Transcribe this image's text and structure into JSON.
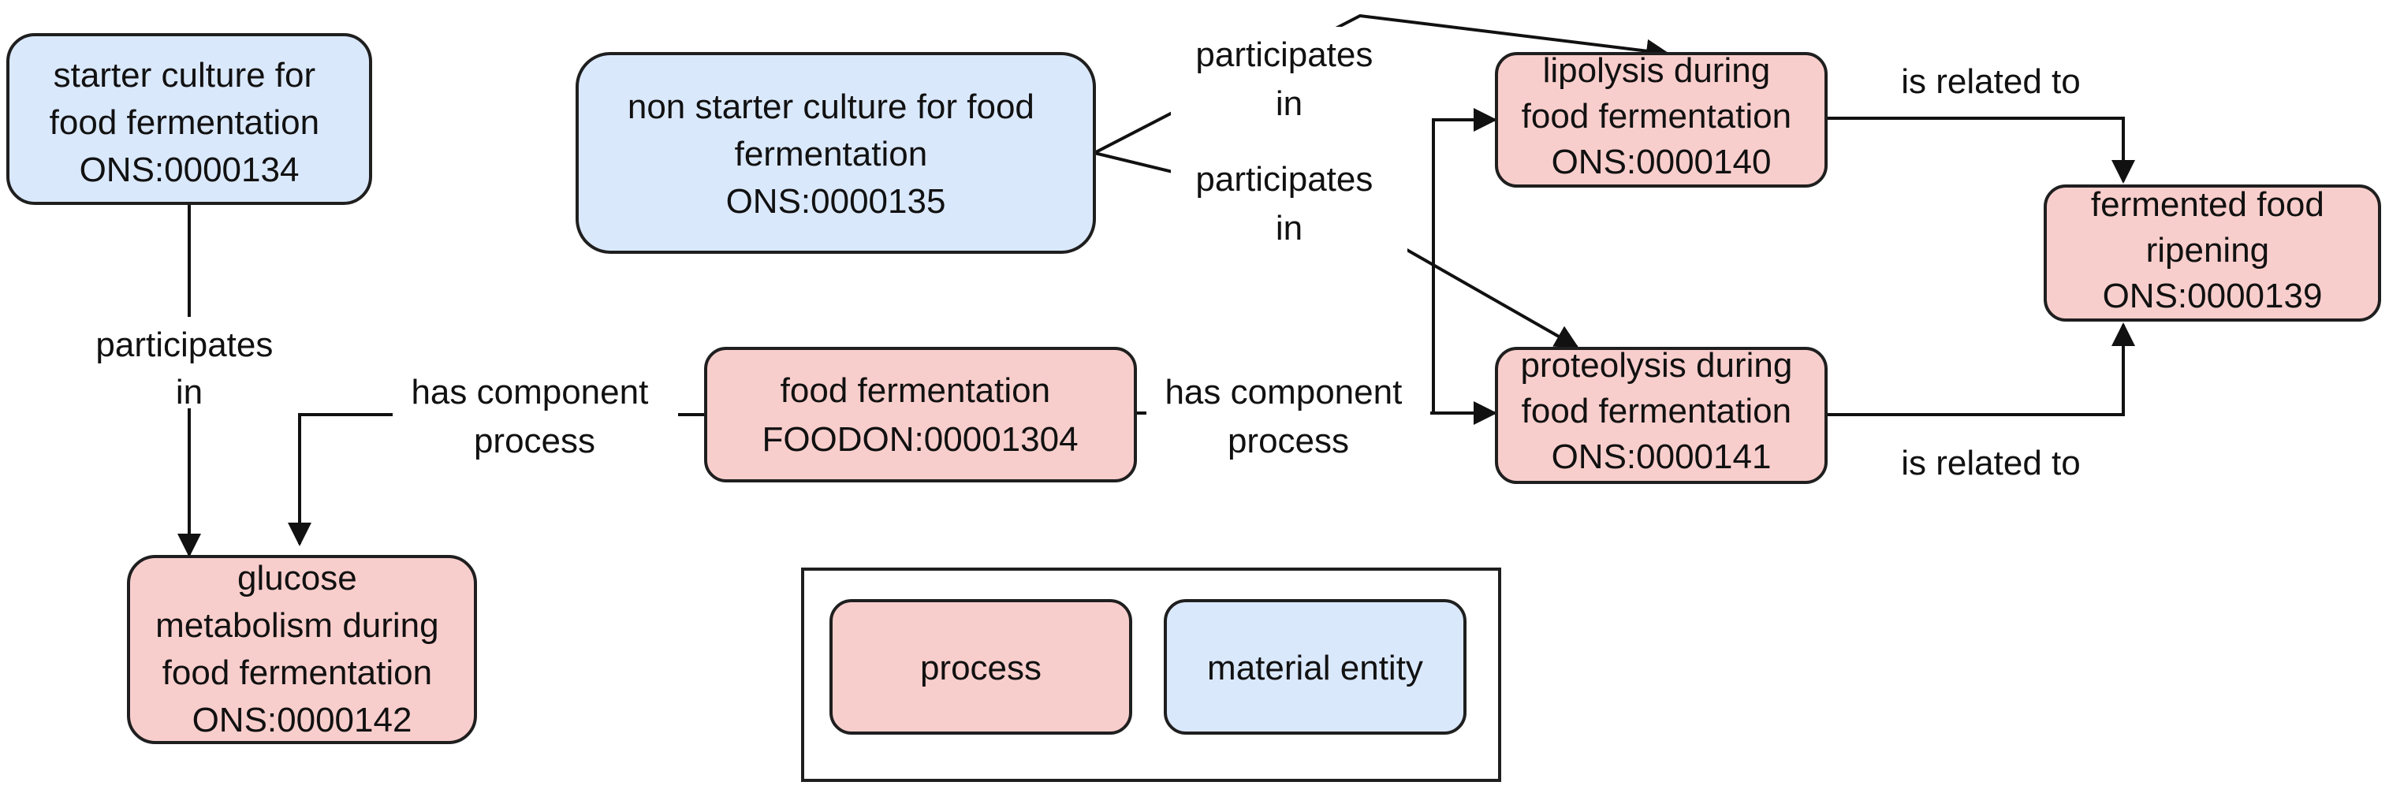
{
  "colors": {
    "process": "#f8cecc",
    "material_entity": "#dae8fc",
    "stroke": "#1f1f1f",
    "background": "#ffffff"
  },
  "nodes": {
    "starter_culture": {
      "kind": "material_entity",
      "lines": [
        "starter culture for",
        "food fermentation",
        "ONS:0000134"
      ]
    },
    "non_starter_culture": {
      "kind": "material_entity",
      "lines": [
        "non starter culture for food",
        "fermentation",
        "ONS:0000135"
      ]
    },
    "lipolysis": {
      "kind": "process",
      "lines": [
        "lipolysis during",
        "food fermentation",
        "ONS:0000140"
      ]
    },
    "fermented_food_ripening": {
      "kind": "process",
      "lines": [
        "fermented food",
        "ripening",
        "ONS:0000139"
      ]
    },
    "proteolysis": {
      "kind": "process",
      "lines": [
        "proteolysis during",
        "food fermentation",
        "ONS:0000141"
      ]
    },
    "food_fermentation": {
      "kind": "process",
      "lines": [
        "food fermentation",
        "FOODON:00001304"
      ]
    },
    "glucose_metabolism": {
      "kind": "process",
      "lines": [
        "glucose",
        "metabolism during",
        "food fermentation",
        "ONS:0000142"
      ]
    }
  },
  "edges": {
    "starter_to_glucose": {
      "label": [
        "participates",
        "in"
      ]
    },
    "nonstarter_to_lipolysis": {
      "label": [
        "participates",
        "in"
      ]
    },
    "nonstarter_to_proteolysis": {
      "label": [
        "participates",
        "in"
      ]
    },
    "fermentation_to_glucose": {
      "label": [
        "has component",
        "process"
      ]
    },
    "fermentation_to_proteolysis": {
      "label": [
        "has component",
        "process"
      ]
    },
    "fermentation_to_lipolysis": {
      "label": []
    },
    "lipolysis_to_ripening": {
      "label": [
        "is related to"
      ]
    },
    "proteolysis_to_ripening": {
      "label": [
        "is related to"
      ]
    }
  },
  "legend": {
    "process": "process",
    "material_entity": "material entity"
  }
}
